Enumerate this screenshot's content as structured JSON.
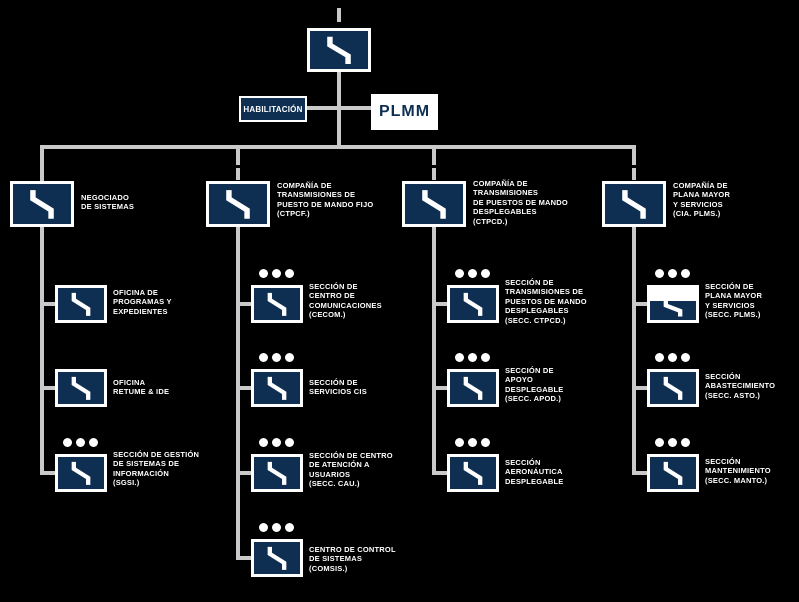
{
  "colors": {
    "background": "#000000",
    "box": "#0e2f52",
    "line": "#c9c9c9",
    "text": "#ffffff"
  },
  "root": {
    "symbol": "signal-flash",
    "size_mark": "I"
  },
  "habilitacion_label": "HABILITACIÓN",
  "plmm_label": "PLMM",
  "columns": [
    {
      "head_label": "NEGOCIADO\nDE SISTEMAS",
      "size_mark": "",
      "children": [
        {
          "label": "OFICINA DE\nPROGRAMAS Y\nEXPEDIENTES",
          "level_dots": false
        },
        {
          "label": "OFICINA\nRETUME & IDE",
          "level_dots": false
        },
        {
          "label": "SECCIÓN DE GESTIÓN\nDE SISTEMAS DE\nINFORMACIÓN\n(SGSI.)",
          "level_dots": true
        }
      ]
    },
    {
      "head_label": "COMPAÑÍA DE\nTRANSMISIONES DE\nPUESTO DE MANDO FIJO\n(CTPCF.)",
      "size_mark": "I",
      "children": [
        {
          "label": "SECCIÓN DE\nCENTRO DE\nCOMUNICACIONES\n(CECOM.)",
          "level_dots": true
        },
        {
          "label": "SECCIÓN DE\nSERVICIOS CIS",
          "level_dots": true
        },
        {
          "label": "SECCIÓN DE CENTRO\nDE ATENCIÓN A\nUSUARIOS\n(SECC. CAU.)",
          "level_dots": true
        },
        {
          "label": "CENTRO DE CONTROL\nDE SISTEMAS\n(COMSIS.)",
          "level_dots": true
        }
      ]
    },
    {
      "head_label": "COMPAÑÍA DE\nTRANSMISIONES\nDE PUESTOS DE MANDO\nDESPLEGABLES\n(CTPCD.)",
      "size_mark": "I",
      "children": [
        {
          "label": "SECCIÓN DE\nTRANSMISIONES DE\nPUESTOS DE MANDO\nDESPLEGABLES\n(SECC. CTPCD.)",
          "level_dots": true
        },
        {
          "label": "SECCIÓN DE\nAPOYO\nDESPLEGABLE\n(SECC. APOD.)",
          "level_dots": true
        },
        {
          "label": "SECCIÓN\nAERONÁUTICA\nDESPLEGABLE",
          "level_dots": true
        }
      ]
    },
    {
      "head_label": "COMPAÑÍA DE\nPLANA MAYOR\nY SERVICIOS\n(CIA. PLMS.)",
      "size_mark": "I",
      "children": [
        {
          "label": "SECCIÓN DE\nPLANA MAYOR\nY SERVICIOS\n(SECC. PLMS.)",
          "level_dots": true
        },
        {
          "label": "SECCIÓN\nABASTECIMIENTO\n(SECC. ASTO.)",
          "level_dots": true
        },
        {
          "label": "SECCIÓN\nMANTENIMIENTO\n(SECC. MANTO.)",
          "level_dots": true
        }
      ]
    }
  ]
}
